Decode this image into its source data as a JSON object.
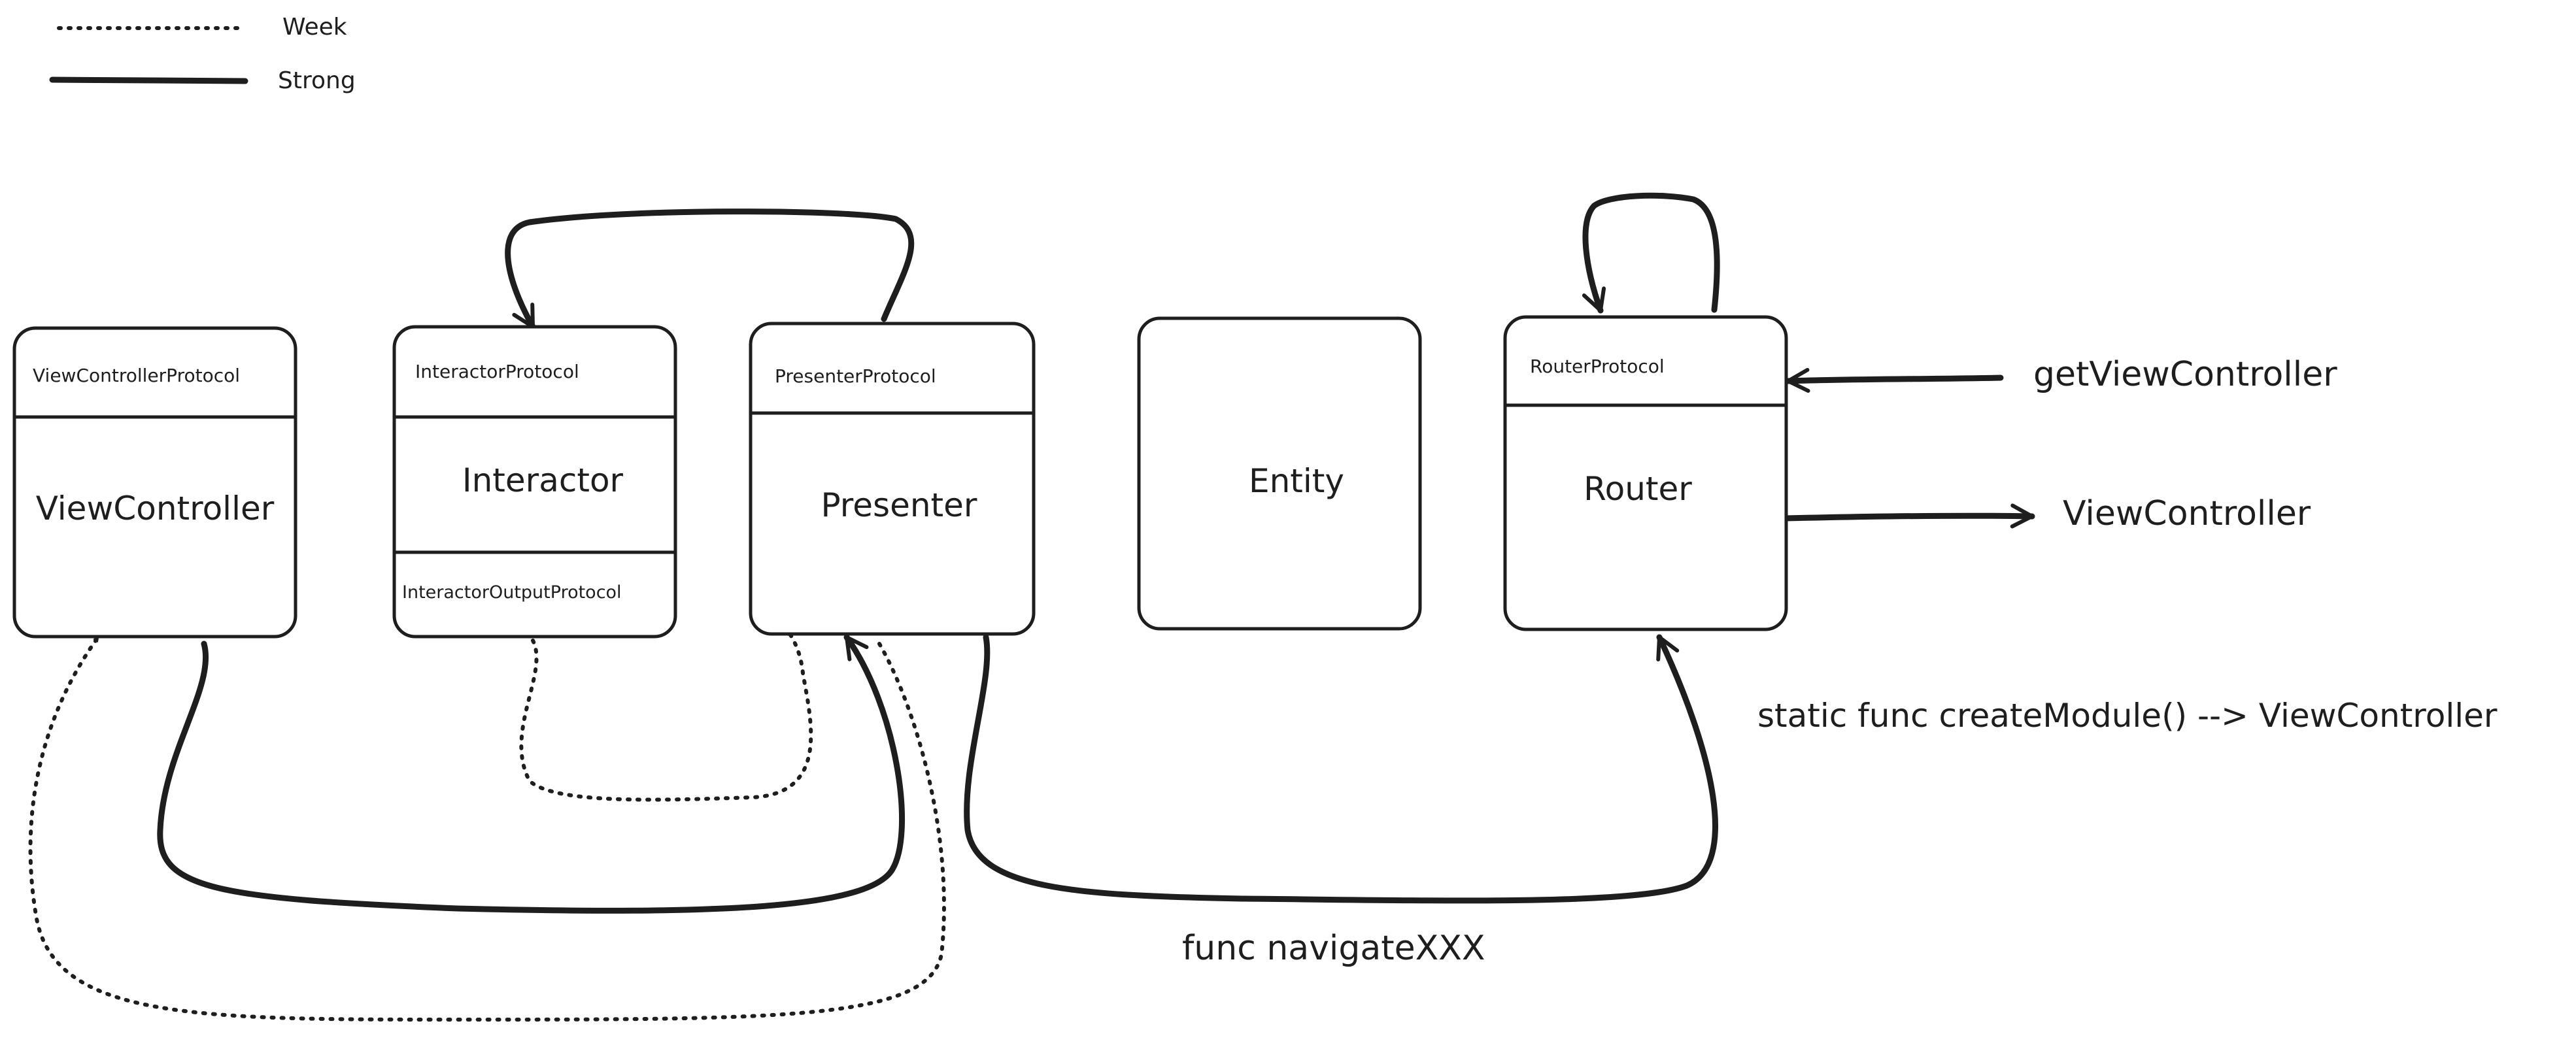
{
  "legend": {
    "weak_label": "Week",
    "strong_label": "Strong"
  },
  "boxes": {
    "view_controller": {
      "protocol": "ViewControllerProtocol",
      "title": "ViewController"
    },
    "interactor": {
      "protocol": "InteractorProtocol",
      "title": "Interactor",
      "output_protocol": "InteractorOutputProtocol"
    },
    "presenter": {
      "protocol": "PresenterProtocol",
      "title": "Presenter"
    },
    "entity": {
      "title": "Entity"
    },
    "router": {
      "protocol": "RouterProtocol",
      "title": "Router"
    }
  },
  "annotations": {
    "get_view_controller": "getViewController",
    "view_controller_out": "ViewController",
    "create_module": "static func createModule() --> ViewController",
    "navigate": "func navigateXXX"
  },
  "colors": {
    "stroke": "#1e1e1e",
    "background": "#ffffff"
  }
}
